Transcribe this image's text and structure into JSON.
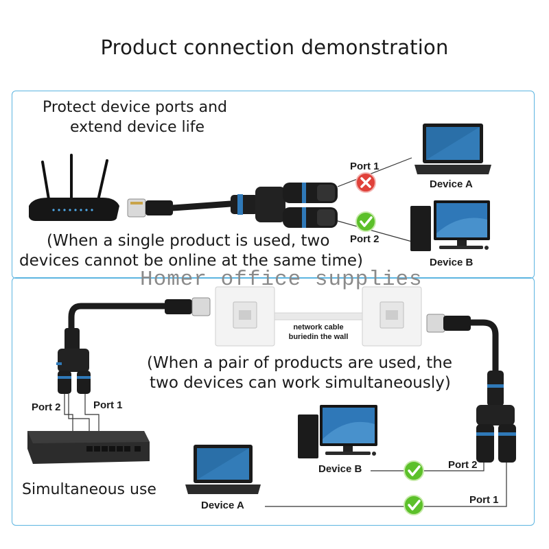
{
  "title": "Product connection demonstration",
  "top_panel": {
    "heading_line1": "Protect device ports and",
    "heading_line2": "extend device life",
    "note_line1": "(When a single product is used, two",
    "note_line2": "devices cannot be online at the same time)",
    "port1_label": "Port 1",
    "port2_label": "Port 2",
    "device_a_label": "Device A",
    "device_b_label": "Device B",
    "port1_status": "cross",
    "port2_status": "check"
  },
  "watermark": "Homer office supplies",
  "bottom_panel": {
    "wall_label_line1": "network cable",
    "wall_label_line2": "buriedin the wall",
    "note_line1": "(When a pair of products are used, the",
    "note_line2": "two devices can work simultaneously)",
    "left_port2_label": "Port 2",
    "left_port1_label": "Port 1",
    "right_port2_label": "Port 2",
    "right_port1_label": "Port 1",
    "device_b_label": "Device B",
    "device_a_label": "Device A",
    "caption": "Simultaneous use"
  },
  "colors": {
    "panel_border": "#5bb4e0",
    "check_green": "#5cc02a",
    "cross_red": "#e0413a",
    "cable": "#1c1c1c"
  }
}
